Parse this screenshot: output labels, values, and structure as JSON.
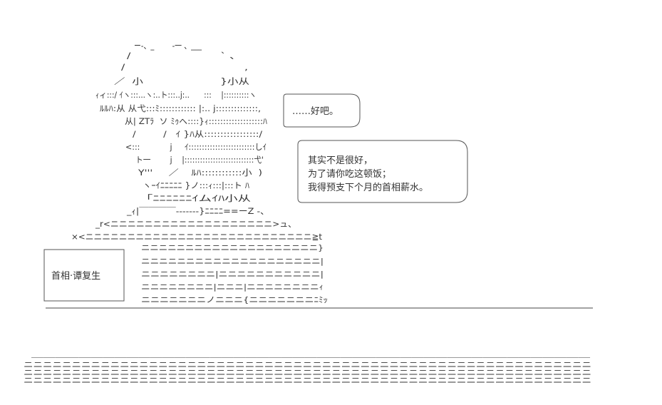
{
  "speech": {
    "first_bubble": {
      "lines": [
        "……好吧。"
      ]
    },
    "second_bubble": {
      "lines": [
        "其实不是很好，",
        "为了请你吃这顿饭；",
        "我得预支下个月的首相薪水。"
      ]
    }
  },
  "nameplate": {
    "label": "首相·谭复生"
  },
  "art": {
    "figure_lines": [
      "ー-、_        -一 、___",
      "/                         ` 、",
      "/                                  ,",
      "／  小                      }小从",
      "ｨィ:::/ ｲヽ:::...ヽ:..ト:::..j:..      :::    |::::::::::ヽ",
      "ﾙﾙﾊ:从 从弋:::ﾐ:::::::::::: |:.. j::::::::::::::,",
      "从| ZTﾗ  ソ ﾐｩへ::::}ｨ:::::::::::::::::::ﾊ",
      "/         /   ｲ }ﾊ从:::::::::::::::::/",
      "<:::            j     ｲ:::::::::::::::::::::::::しｲ",
      "ト一        j    |:::::::::::::::::::::::::::弋'",
      "Y'''     ／    ﾙﾊ::::::::::::小  )",
      "ヽｰｲﾆﾆﾆﾆﾆ }ノ:::ｨ:::|:::ト ﾊ",
      "「ﾆﾆﾆﾆﾆﾆｲムｲﾊ小从",
      "_ｨ|￣￣￣￣-------}ﾆﾆﾆﾆ==ーZ -、",
      "_r<ニニニニニニニニニニニニニニニニニニニ>ュ、",
      "×<ニニニニニニニニニニニニニニニニニニニニニニニニニニニ≧t"
    ],
    "desk_lines": [
      "ニニニニニニニニニニニニニニニニニニニニ}",
      "ニニニニニニニニニニニニニニニニニニニニ|",
      "ニニニニニニニニ|ニニニニニニニニニニニ|",
      "ニニニニニニニニ|ニニニ|ニニニニニニニニｨ",
      "ニニニニニニニノニニニ{ニニニニニニニﾆﾐｯ"
    ],
    "floor_lines": [
      "＿＿＿＿＿＿＿＿＿＿＿＿＿＿＿＿＿＿＿＿＿＿＿＿＿＿＿＿＿＿＿＿＿＿＿＿＿＿＿＿＿＿＿＿＿＿＿",
      "ニニニニニニニニニニニニニニニニニニニニニニニニニニニニニニニニニニニニニニニニニニニニニニニニニニニニニニニニニニニ",
      "ニニニニニニニニニニニニニニニニニニニニニニニニニニニニニニニニニニニニニニニニニニニニニニニニニニニニニニニニニニニ",
      "ニニニニニニニニニニニニニニニニニニニニニニニニニニニニニニニニニニニニニニニニニニニニニニニニニニニニニニニニニニニ"
    ]
  }
}
